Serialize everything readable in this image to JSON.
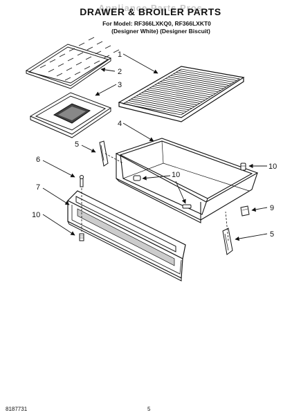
{
  "header": {
    "watermark": "Appliance Parts Pros",
    "title": "DRAWER & BROILER PARTS",
    "models_line": "For Model: RF366LXKQ0, RF366LXKT0",
    "variants_line": "(Designer White) (Designer Biscuit)"
  },
  "callouts": {
    "c1": "1",
    "c2": "2",
    "c3": "3",
    "c4": "4",
    "c5a": "5",
    "c5b": "5",
    "c6": "6",
    "c7": "7",
    "c9": "9",
    "c10a": "10",
    "c10b": "10",
    "c10c": "10"
  },
  "footer": {
    "doc_number": "8187731",
    "page_number": "5"
  }
}
